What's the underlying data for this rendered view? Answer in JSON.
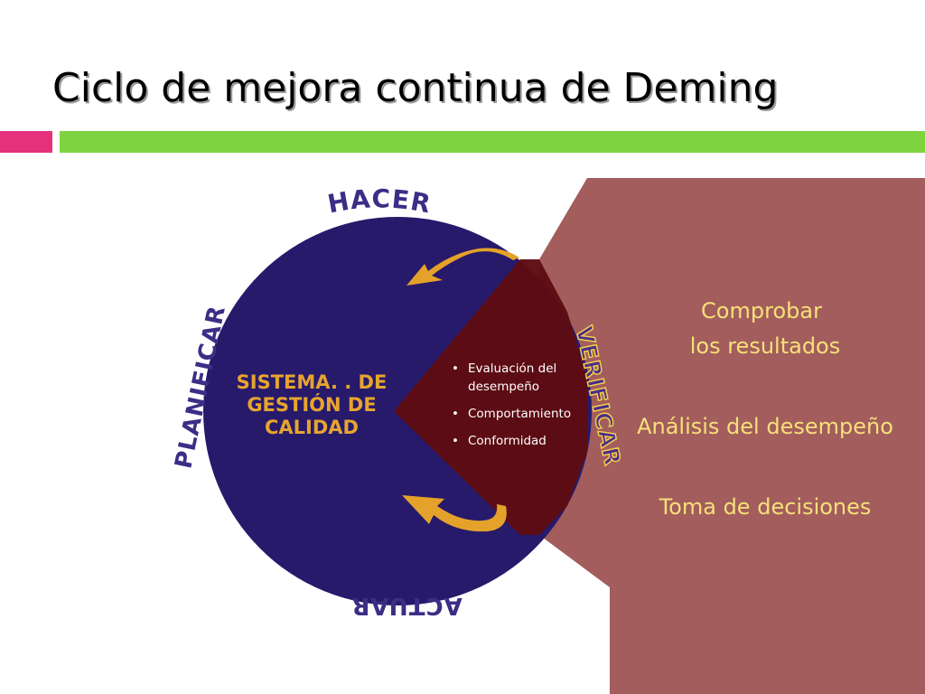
{
  "slide": {
    "title": "Ciclo de mejora continua de Deming"
  },
  "cycle": {
    "stages": {
      "hacer": "HACER",
      "verificar": "VERIFICAR",
      "actuar": "ACTUAR",
      "planificar": "PLANIFICAR"
    },
    "center_lines": [
      "SISTEMA. . DE",
      "GESTIÓN DE",
      "CALIDAD"
    ]
  },
  "wedge_bullets": [
    "Evaluación del desempeño",
    "Comportamiento",
    "Conformidad"
  ],
  "side_panel": {
    "lines": [
      "Comprobar",
      "los resultados",
      "Análisis del desempeño",
      "Toma de decisiones"
    ]
  },
  "colors": {
    "circle": "#271a6b",
    "panel": "#a25d5c",
    "wedge": "#5e0c12",
    "arrow": "#e5a22a",
    "stage_text": "#3a2e86",
    "verificar_text": "#4a2d8a",
    "pink_bar": "#e5307c",
    "green_bar": "#7ed43f"
  }
}
